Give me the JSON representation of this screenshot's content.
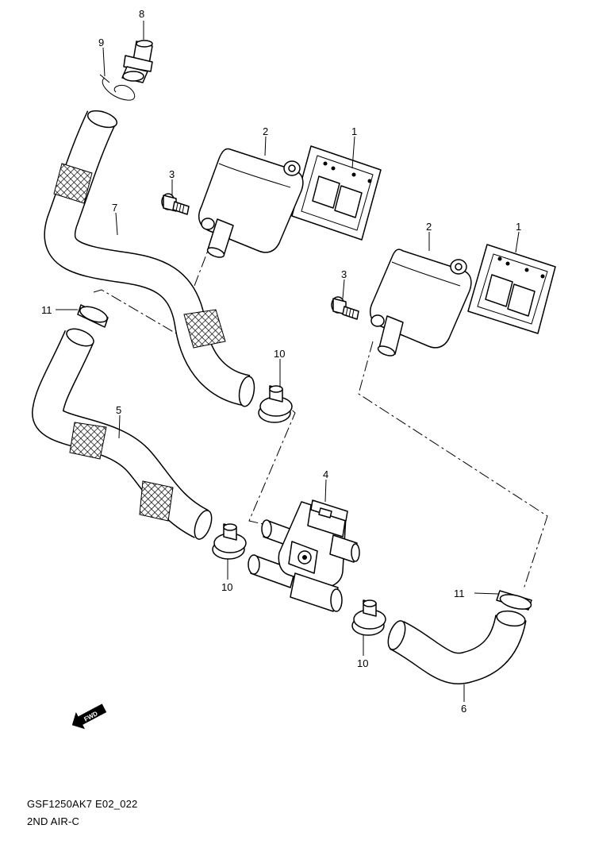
{
  "diagram": {
    "drawing_code": "GSF1250AK7 E02_022",
    "section_name": "2ND AIR-C",
    "fwd_label": "FWD",
    "callouts": {
      "c1a": "1",
      "c1b": "1",
      "c2a": "2",
      "c2b": "2",
      "c3a": "3",
      "c3b": "3",
      "c4": "4",
      "c5": "5",
      "c6": "6",
      "c7": "7",
      "c8": "8",
      "c9": "9",
      "c10a": "10",
      "c10b": "10",
      "c10c": "10",
      "c11a": "11",
      "c11b": "11"
    }
  }
}
